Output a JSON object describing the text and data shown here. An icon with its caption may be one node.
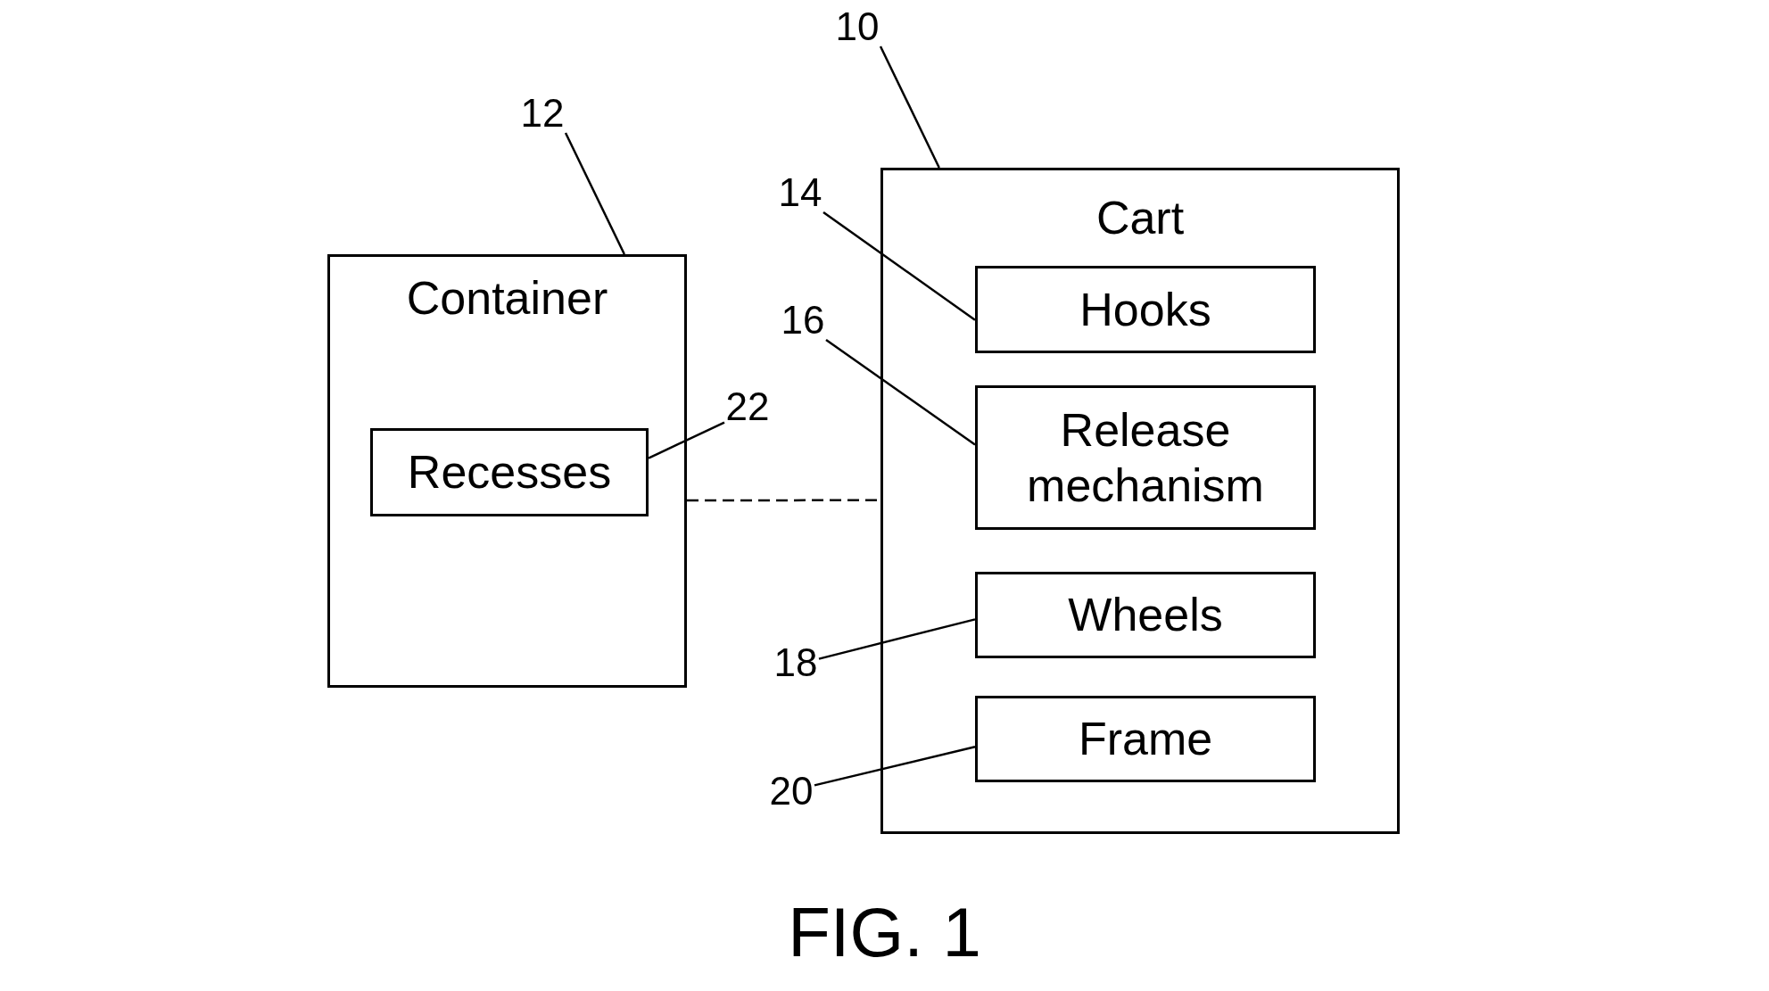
{
  "diagram": {
    "caption": "FIG. 1",
    "nodes": [
      {
        "text": [
          "Container"
        ]
      },
      {
        "text": [
          "Recesses"
        ],
        "in": 0
      },
      {
        "text": [
          "Cart"
        ]
      },
      {
        "text": [
          "Hooks"
        ],
        "in": 2
      },
      {
        "text": [
          "Release mechanism"
        ],
        "in": 2
      },
      {
        "text": [
          "Wheels"
        ],
        "in": 2
      },
      {
        "text": [
          "Frame"
        ],
        "in": 2
      },
      {
        "text": [
          "10"
        ]
      },
      {
        "text": [
          "12"
        ]
      },
      {
        "text": [
          "14"
        ]
      },
      {
        "text": [
          "16"
        ]
      },
      {
        "text": [
          "18"
        ]
      },
      {
        "text": [
          "20"
        ]
      },
      {
        "text": [
          "22"
        ]
      }
    ],
    "edges": [
      {
        "from": 0,
        "to": 2,
        "arrow": "none",
        "style": "dashed"
      },
      {
        "from": 7,
        "to": 2,
        "arrow": "none"
      },
      {
        "from": 8,
        "to": 0,
        "arrow": "none"
      },
      {
        "from": 9,
        "to": 3,
        "arrow": "none"
      },
      {
        "from": 10,
        "to": 4,
        "arrow": "none"
      },
      {
        "from": 11,
        "to": 5,
        "arrow": "none"
      },
      {
        "from": 12,
        "to": 6,
        "arrow": "none"
      },
      {
        "from": 13,
        "to": 1,
        "arrow": "none"
      }
    ]
  }
}
